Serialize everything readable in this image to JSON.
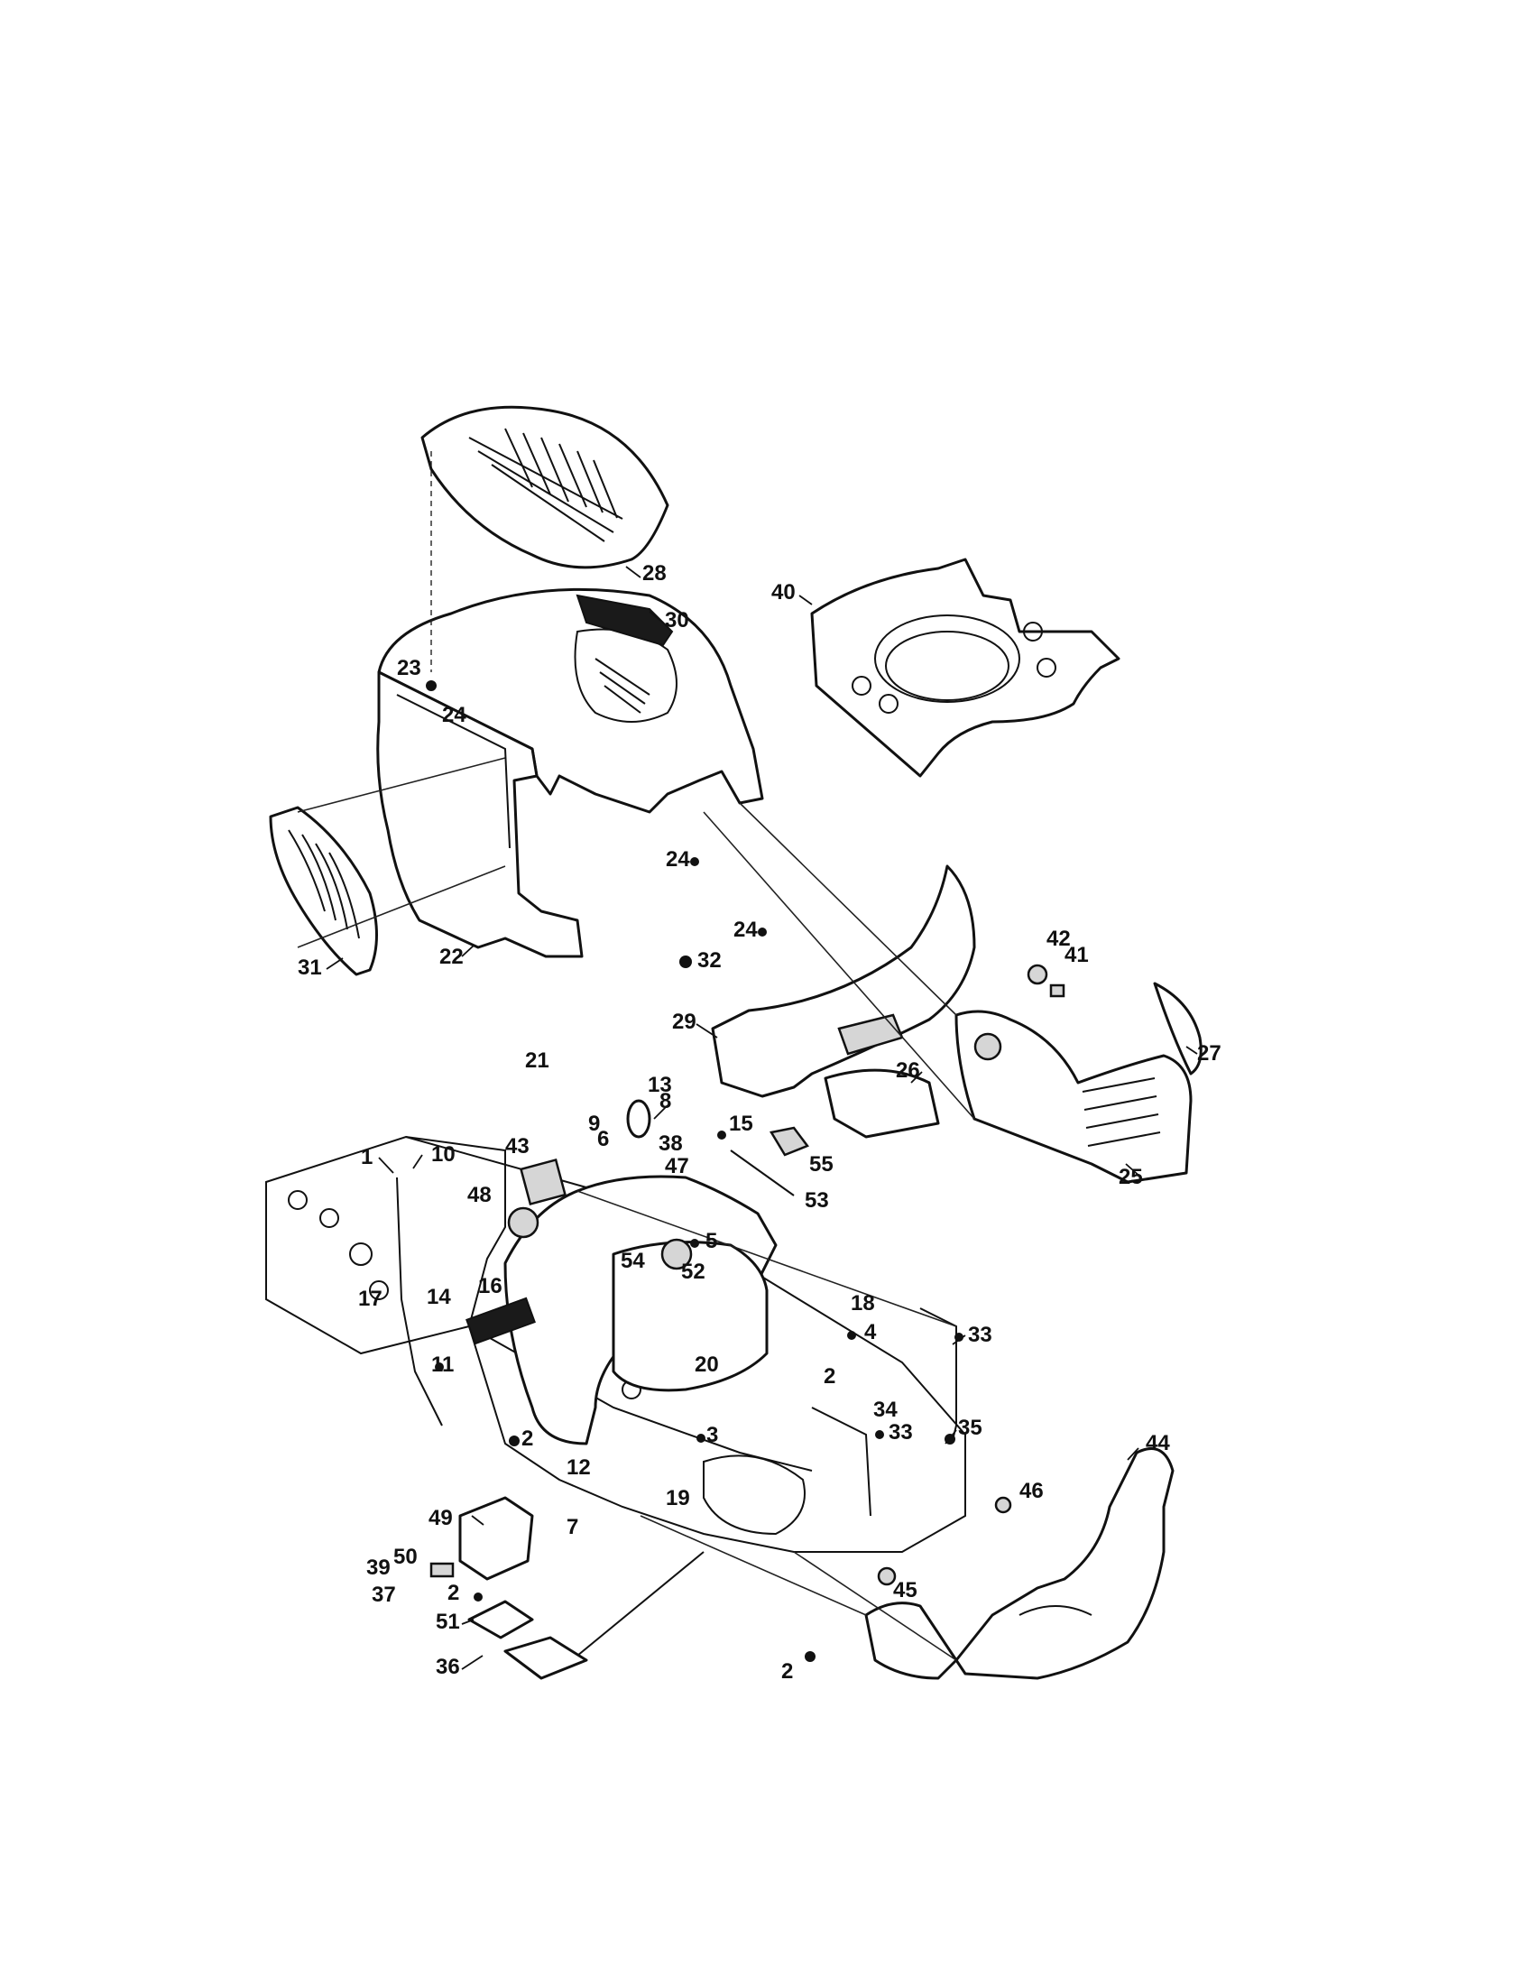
{
  "diagram": {
    "title": "",
    "callouts": [
      {
        "label": "1"
      },
      {
        "label": "2"
      },
      {
        "label": "3"
      },
      {
        "label": "4"
      },
      {
        "label": "5"
      },
      {
        "label": "6"
      },
      {
        "label": "7"
      },
      {
        "label": "8"
      },
      {
        "label": "9"
      },
      {
        "label": "10"
      },
      {
        "label": "11"
      },
      {
        "label": "12"
      },
      {
        "label": "13"
      },
      {
        "label": "14"
      },
      {
        "label": "15"
      },
      {
        "label": "16"
      },
      {
        "label": "17"
      },
      {
        "label": "18"
      },
      {
        "label": "19"
      },
      {
        "label": "20"
      },
      {
        "label": "21"
      },
      {
        "label": "22"
      },
      {
        "label": "23"
      },
      {
        "label": "24"
      },
      {
        "label": "24"
      },
      {
        "label": "24"
      },
      {
        "label": "25"
      },
      {
        "label": "26"
      },
      {
        "label": "27"
      },
      {
        "label": "28"
      },
      {
        "label": "29"
      },
      {
        "label": "30"
      },
      {
        "label": "31"
      },
      {
        "label": "32"
      },
      {
        "label": "33"
      },
      {
        "label": "33"
      },
      {
        "label": "34"
      },
      {
        "label": "35"
      },
      {
        "label": "36"
      },
      {
        "label": "37"
      },
      {
        "label": "38"
      },
      {
        "label": "39"
      },
      {
        "label": "40"
      },
      {
        "label": "41"
      },
      {
        "label": "42"
      },
      {
        "label": "43"
      },
      {
        "label": "44"
      },
      {
        "label": "45"
      },
      {
        "label": "46"
      },
      {
        "label": "47"
      },
      {
        "label": "48"
      },
      {
        "label": "49"
      },
      {
        "label": "50"
      },
      {
        "label": "51"
      },
      {
        "label": "52"
      },
      {
        "label": "53"
      },
      {
        "label": "54"
      },
      {
        "label": "55"
      },
      {
        "label": "2"
      },
      {
        "label": "2"
      },
      {
        "label": "2"
      },
      {
        "label": "2"
      }
    ]
  }
}
